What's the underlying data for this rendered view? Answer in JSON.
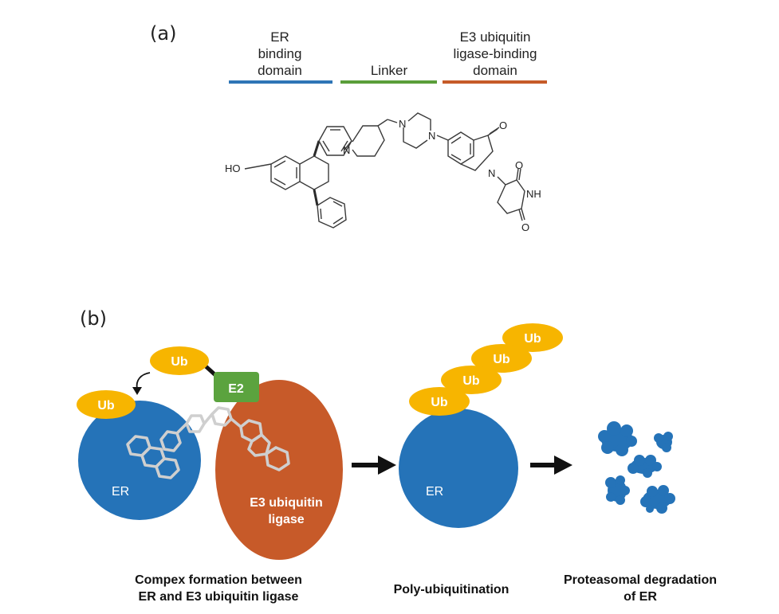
{
  "panel_a": {
    "label": "(a)",
    "domains": {
      "er_line1": "ER",
      "er_line2": "binding",
      "er_line3": "domain",
      "linker": "Linker",
      "e3_line1": "E3 ubiquitin",
      "e3_line2": "ligase-binding",
      "e3_line3": "domain"
    },
    "colors": {
      "er": "#2e75b6",
      "linker": "#5a9e3a",
      "e3": "#c65b28"
    },
    "atoms": {
      "ho": "HO",
      "n1": "N",
      "n2": "N",
      "n3": "N",
      "n4": "N",
      "o1": "O",
      "o2": "O",
      "o3": "O",
      "nh": "NH"
    }
  },
  "panel_b": {
    "label": "(b)",
    "ub": "Ub",
    "e2": "E2",
    "er": "ER",
    "e3_line1": "E3 ubiquitin",
    "e3_line2": "ligase",
    "colors": {
      "er": "#2573b8",
      "e3": "#c75a29",
      "ub": "#f7b500",
      "e2": "#5ba33e",
      "arrow": "#111111"
    },
    "captions": {
      "step1_line1": "Compex formation between",
      "step1_line2": "ER and E3 ubiquitin ligase",
      "step2": "Poly-ubiquitination",
      "step3_line1": "Proteasomal degradation",
      "step3_line2": "of ER"
    }
  }
}
